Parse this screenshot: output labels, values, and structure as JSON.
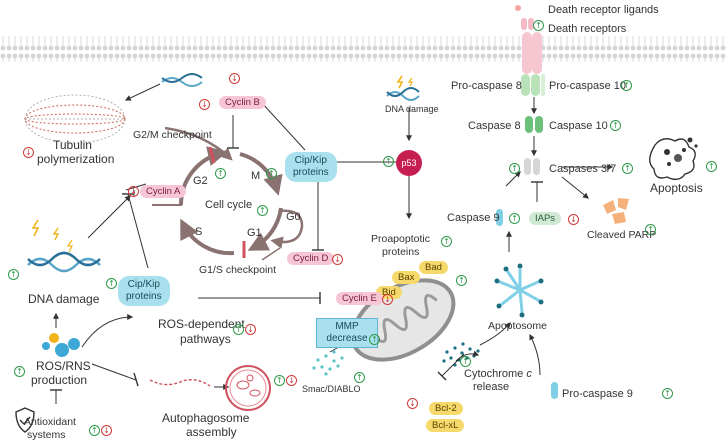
{
  "labels": {
    "death_receptor_ligands": "Death receptor ligands",
    "death_receptors": "Death receptors",
    "pro_caspase_8": "Pro-caspase 8",
    "pro_caspase_10": "Pro-caspase 10",
    "caspase_8": "Caspase 8",
    "caspase_10": "Caspase 10",
    "caspases_3_7": "Caspases 3/7",
    "apoptosis": "Apoptosis",
    "caspase_9": "Caspase 9",
    "iaps": "IAPs",
    "cleaved_parp": "Cleaved PARP",
    "apoptosome": "Apoptosome",
    "pro_caspase_9": "Pro-caspase 9",
    "cytochrome_c_1": "Cytochrome",
    "cytochrome_c_2": "c",
    "cytochrome_c_3": "release",
    "bcl2": "Bcl-2",
    "bclxl": "Bcl-xL",
    "smac": "Smac/DIABLO",
    "mmp_1": "MMP",
    "mmp_2": "decrease",
    "bad": "Bad",
    "bax": "Bax",
    "bid": "Bid",
    "proapoptotic_1": "Proapoptotic",
    "proapoptotic_2": "proteins",
    "p53": "p53",
    "dna_damage_top": "DNA damage",
    "tubulin_1": "Tubulin",
    "tubulin_2": "polymerization",
    "g2m": "G2/M checkpoint",
    "cyclin_b": "Cyclin B",
    "cyclin_a": "Cyclin A",
    "cyclin_d": "Cyclin D",
    "cyclin_e": "Cyclin E",
    "cip_kip_1": "Cip/Kip",
    "cip_kip_2": "proteins",
    "cell_cycle": "Cell cycle",
    "g2": "G2",
    "m": "M",
    "g0": "G0",
    "g1": "G1",
    "s": "S",
    "g1s": "G1/S checkpoint",
    "dna_damage_left": "DNA damage",
    "ros_rns_1": "ROS/RNS",
    "ros_rns_2": "production",
    "ros_dependent": "ROS-dependent",
    "pathways": "pathways",
    "autophago_1": "Autophagosome",
    "autophago_2": "assembly",
    "antioxidant_1": "Antioxidant",
    "antioxidant_2": "systems"
  },
  "symbols": {
    "up": "↑",
    "down": "↓"
  },
  "colors": {
    "up_indicator": "#2e9a4b",
    "down_indicator": "#d23a3a",
    "cyclin_pill": "#f6c6d6",
    "cip_kip_bubble": "#a9e0ee",
    "bcl_pill": "#f6d96b",
    "iap_pill": "#cfe9d4",
    "p53_node": "#c71e52",
    "cycle_arrow": "#8a7270",
    "caspase_blue": "#7fd0e6",
    "caspase_green": "#6cc17a",
    "mitochondrion": "#8f8f8f"
  }
}
